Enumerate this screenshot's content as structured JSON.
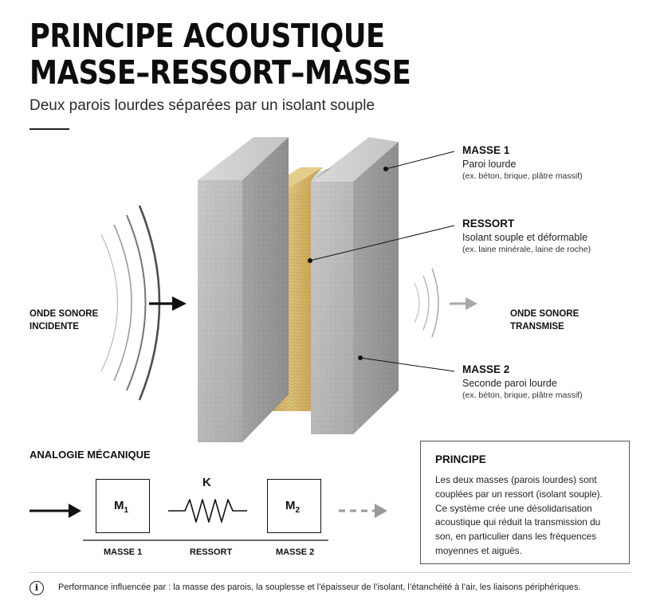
{
  "header": {
    "title_line1": "PRINCIPE ACOUSTIQUE",
    "title_line2": "MASSE–RESSORT–MASSE",
    "subtitle": "Deux parois lourdes séparées par un isolant souple"
  },
  "wave_in": {
    "line1": "ONDE SONORE",
    "line2": "INCIDENTE"
  },
  "wave_out": {
    "line1": "ONDE SONORE",
    "line2": "TRANSMISE"
  },
  "callouts": {
    "masse1": {
      "title": "MASSE 1",
      "text": "Paroi lourde",
      "note": "(ex. béton, brique, plâtre massif)"
    },
    "ressort": {
      "title": "RESSORT",
      "text": "Isolant souple et déformable",
      "note": "(ex. laine minérale, laine de roche)"
    },
    "masse2": {
      "title": "MASSE 2",
      "text": "Seconde paroi lourde",
      "note": "(ex. béton, brique, plâtre massif)"
    }
  },
  "analogy": {
    "title": "ANALOGIE MÉCANIQUE",
    "m1": "M",
    "m1_sub": "1",
    "m2": "M",
    "m2_sub": "2",
    "k": "K",
    "cap_m1": "MASSE 1",
    "cap_spring": "RESSORT",
    "cap_m2": "MASSE 2"
  },
  "principe": {
    "title": "PRINCIPE",
    "body": "Les deux masses (parois lourdes) sont couplées par un ressort (isolant souple). Ce système crée une désolidarisation acoustique qui réduit la transmission du son, en particulier dans les fréquences moyennes et aiguës."
  },
  "footer": {
    "icon": "info-icon",
    "text": "Performance influencée par : la masse des parois, la souplesse et l’épaisseur de l’isolant, l’étanchéité à l’air, les liaisons périphériques."
  },
  "colors": {
    "concrete": "#b9b9b9",
    "insulation": "#d8b866",
    "text": "#111111",
    "arrow_out": "#a8a8a8"
  }
}
